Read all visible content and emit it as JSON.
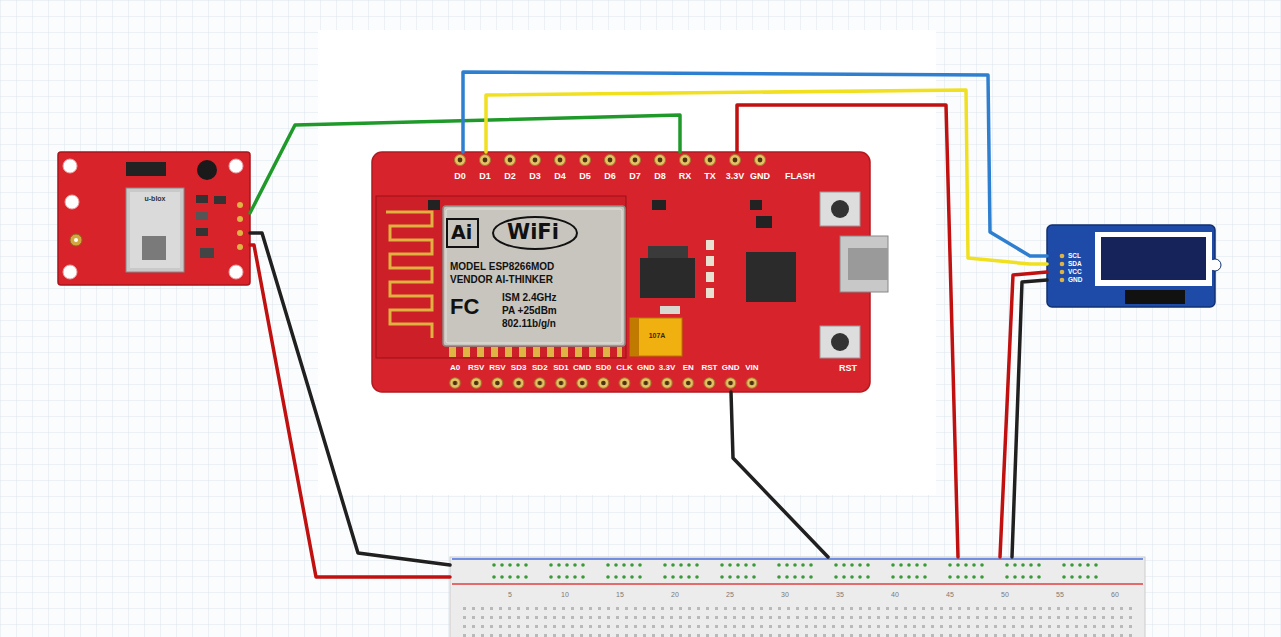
{
  "diagram": {
    "nodes": [
      {
        "text": [
          "u-blox"
        ]
      },
      {
        "text": [
          "D0",
          "D1",
          "D2",
          "D3",
          "D4",
          "D5",
          "D6",
          "D7",
          "D8",
          "RX",
          "TX",
          "3.3V",
          "GND",
          "FLASH",
          "A0",
          "RSV",
          "RSV",
          "SD3",
          "SD2",
          "SD1",
          "CMD",
          "SD0",
          "CLK",
          "GND",
          "3.3V",
          "EN",
          "RST",
          "GND",
          "VIN",
          "RST",
          "107A"
        ]
      },
      {
        "text": [
          "Ai",
          "WiFi",
          "MODEL ESP8266MOD",
          "VENDOR AI-THINKER",
          "FC",
          "ISM 2.4GHz",
          "PA +25dBm",
          "802.11b/g/n"
        ],
        "in": 1
      },
      {
        "text": [
          "SCL",
          "SDA",
          "VCC",
          "GND"
        ]
      },
      {
        "text": [
          "5",
          "10",
          "15",
          "20",
          "25",
          "30",
          "35",
          "40",
          "45",
          "50",
          "55",
          "60"
        ]
      }
    ],
    "edges": [
      {
        "from": 0,
        "to": 1,
        "arrow": "none"
      },
      {
        "from": 0,
        "to": 4,
        "arrow": "none"
      },
      {
        "from": 0,
        "to": 4,
        "arrow": "none"
      },
      {
        "from": 1,
        "to": 3,
        "arrow": "none"
      },
      {
        "from": 1,
        "to": 3,
        "arrow": "none"
      },
      {
        "from": 1,
        "to": 4,
        "arrow": "none"
      },
      {
        "from": 1,
        "to": 4,
        "arrow": "none"
      },
      {
        "from": 3,
        "to": 4,
        "arrow": "none"
      },
      {
        "from": 3,
        "to": 4,
        "arrow": "none"
      }
    ]
  }
}
